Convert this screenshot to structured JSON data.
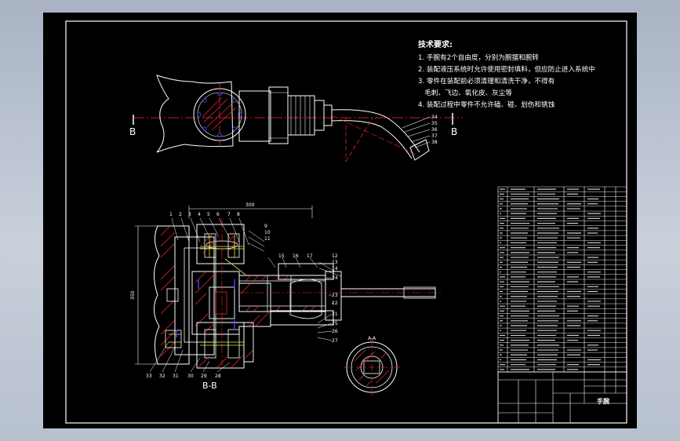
{
  "colors": {
    "background": "#000000",
    "outline": "#ffffff",
    "centerline": "#ff2a2a",
    "hatch": "#ff2a2a",
    "hidden": "#e8e84a",
    "accent": "#3c4cff"
  },
  "section_marks": {
    "left": "B",
    "right": "B"
  },
  "requirements": {
    "title": "技术要求:",
    "items": [
      "1. 手腕有2个自由度，分别为腕摆和腕转",
      "2. 装配液压系统时允许使用密封填料，但应防止进入系统中",
      "3. 零件在装配前必须清理和清洗干净，不得有",
      "   毛刺、飞边、氧化皮、灰尘等",
      "4. 装配过程中零件不允许磕、碰、划伤和锈蚀"
    ]
  },
  "main_view": {
    "width_dim": "300",
    "height_dim": "350",
    "section_label": "B-B",
    "balloons_top": [
      "1",
      "2",
      "3",
      "4",
      "5",
      "6",
      "7",
      "8"
    ],
    "balloons_right": [
      "9",
      "10",
      "11",
      "15",
      "16",
      "17",
      "12",
      "13",
      "14",
      "24",
      "23",
      "22",
      "21",
      "25",
      "26",
      "27"
    ],
    "balloons_bottom": [
      "33",
      "32",
      "31",
      "30",
      "29",
      "28"
    ]
  },
  "top_view": {
    "balloons": [
      "34",
      "35",
      "36",
      "37",
      "38"
    ]
  },
  "detail_view": {
    "label": "A-A"
  },
  "title_block": {
    "drawing_name": "手腕"
  }
}
